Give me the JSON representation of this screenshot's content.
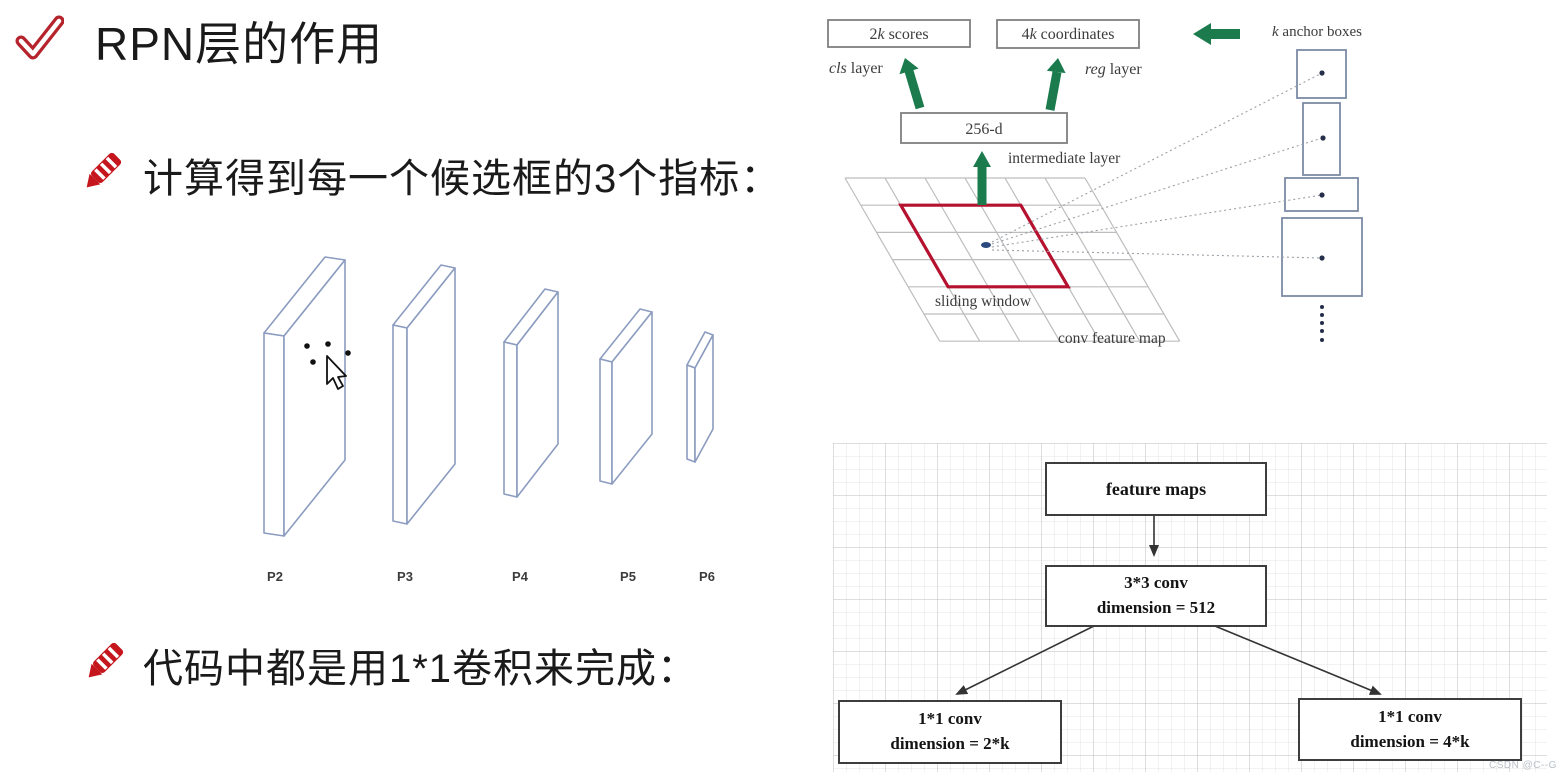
{
  "title": {
    "text": "RPN层的作用"
  },
  "bullets": [
    {
      "text": "计算得到每一个候选框的3个指标："
    },
    {
      "text": "代码中都是用1*1卷积来完成："
    }
  ],
  "pyramid": {
    "labels": [
      "P2",
      "P3",
      "P4",
      "P5",
      "P6"
    ]
  },
  "rpn": {
    "scores": {
      "num": "2",
      "k": "k",
      "rest": " scores"
    },
    "coords": {
      "num": "4",
      "k": "k",
      "rest": " coordinates"
    },
    "cls": {
      "it": "cls",
      "rest": " layer"
    },
    "reg": {
      "it": "reg",
      "rest": " layer"
    },
    "mid_box": "256-d",
    "intermediate": "intermediate layer",
    "sliding": "sliding window",
    "featmap": "conv feature map",
    "anchors": {
      "it": "k",
      "rest": " anchor boxes"
    }
  },
  "flowchart": {
    "top": "feature maps",
    "mid": [
      "3*3 conv",
      "dimension = 512"
    ],
    "left": [
      "1*1 conv",
      "dimension = 2*k"
    ],
    "right": [
      "1*1 conv",
      "dimension = 4*k"
    ]
  },
  "watermark": "CSDN @C--G",
  "colors": {
    "green": "#1B7B4D",
    "red_window": "#B5122F",
    "icon_red": "#B5242C",
    "pencil_red": "#C4161C",
    "grid_gray": "#BDBDBD",
    "anchor_blue": "#7B8AA6",
    "dot_navy": "#252F4A",
    "slab_blue": "#8C9CC0"
  }
}
